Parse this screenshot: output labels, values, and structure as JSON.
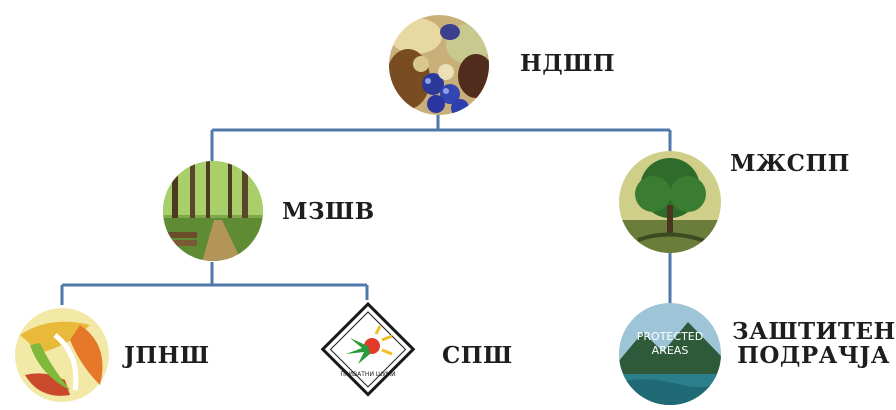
{
  "nodes": {
    "root": {
      "label": "НДШП",
      "icon": "food-berries-icon"
    },
    "mzshv": {
      "label": "МЗШВ",
      "icon": "forest-road-icon"
    },
    "mzhspp": {
      "label": "МЖСПП",
      "icon": "tree-icon"
    },
    "jpnsh": {
      "label": "ЈПНШ",
      "icon": "jpnsh-logo-icon"
    },
    "spsh": {
      "label": "СПШ",
      "icon": "spsh-logo-icon",
      "logo_text": "ПРИВАТНИ ШУМИ"
    },
    "protected": {
      "label_line1": "ЗАШТИТЕНИ",
      "label_line2": "ПОДРАЧЈА",
      "icon": "protected-areas-icon",
      "badge_line1": "PROTECTED",
      "badge_line2": "AREAS"
    }
  },
  "colors": {
    "connector": "#4f79a8",
    "label": "#1e1e1e"
  }
}
